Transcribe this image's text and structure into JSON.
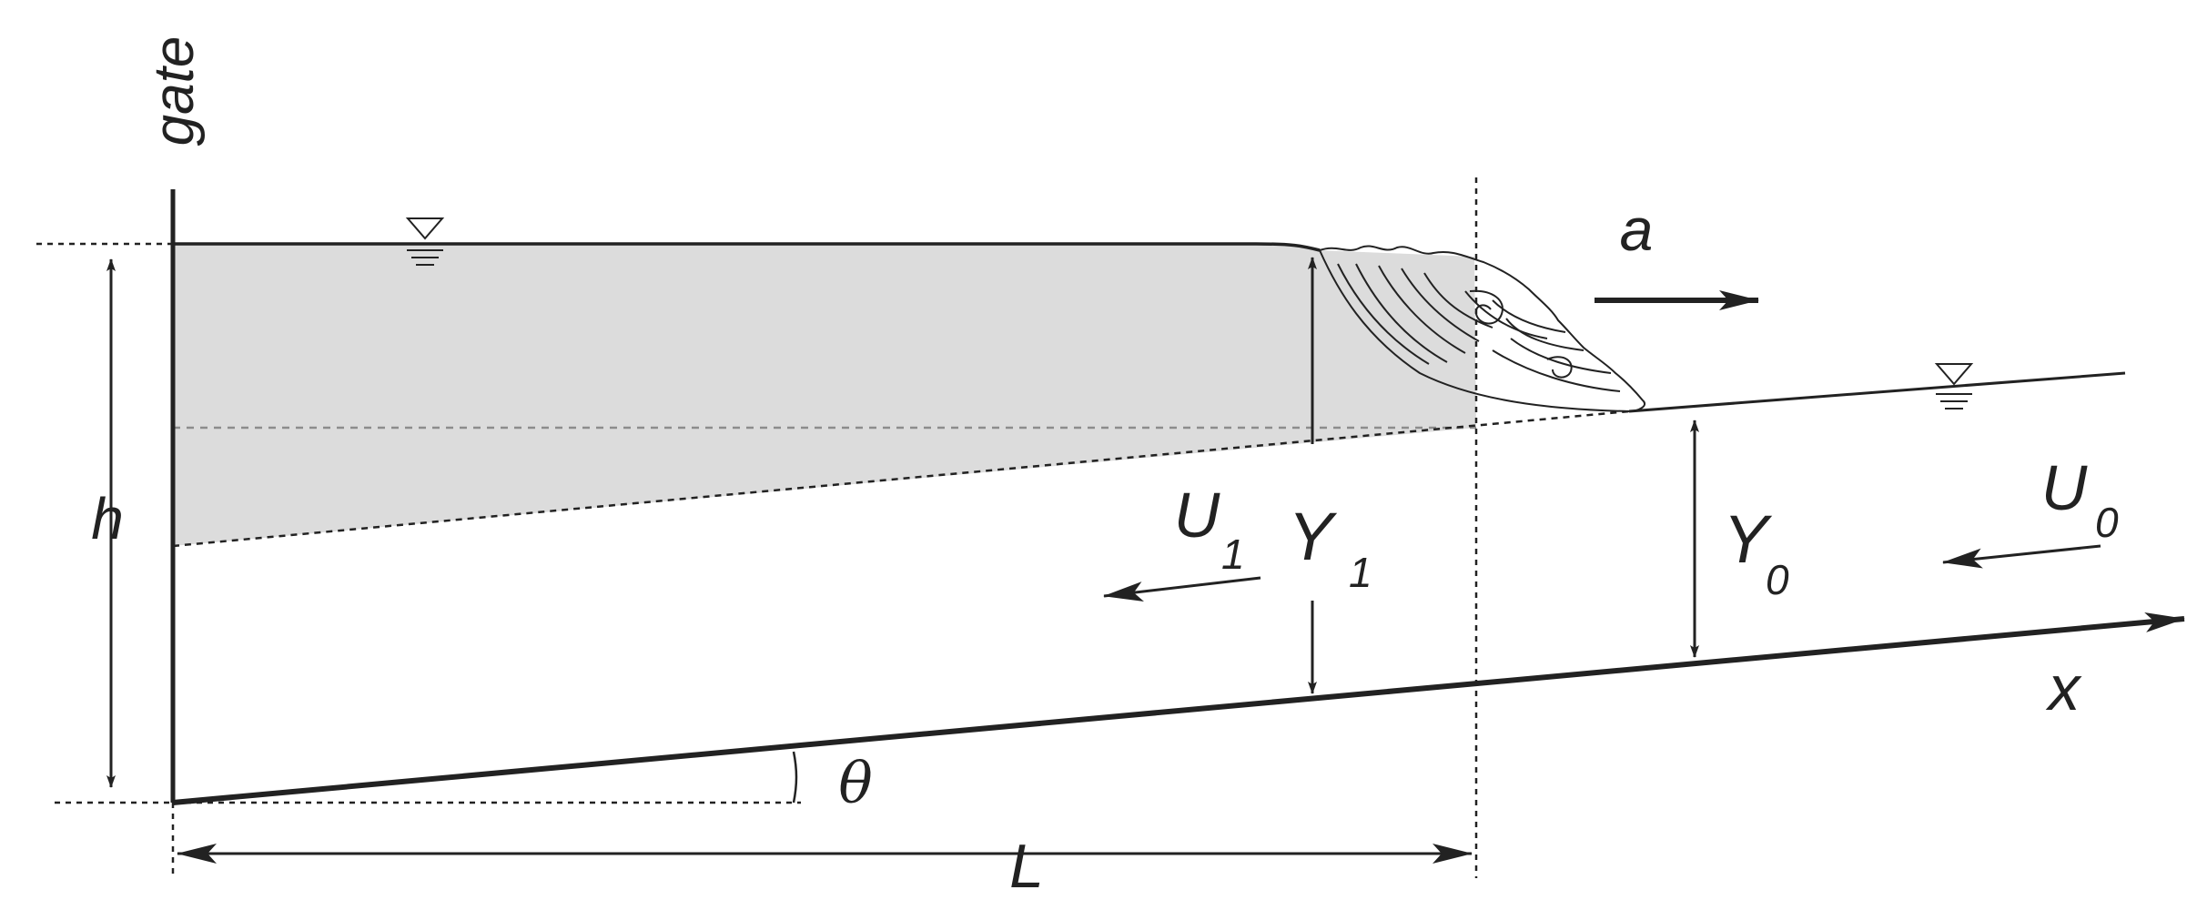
{
  "labels": {
    "gate": "gate",
    "h": "h",
    "a": "a",
    "U1": "U",
    "U1_sub": "1",
    "Y1": "Y",
    "Y1_sub": "1",
    "Y0": "Y",
    "Y0_sub": "0",
    "U0": "U",
    "U0_sub": "0",
    "x": "x",
    "theta": "θ",
    "L": "L"
  },
  "colors": {
    "ink": "#222222",
    "fill": "#dcdcdc",
    "dashed_reference": "#8c8c8c"
  },
  "icons": {
    "free_surface_marker": "inverted-triangle-icon",
    "bore_front": "turbulent-roller-icon"
  }
}
